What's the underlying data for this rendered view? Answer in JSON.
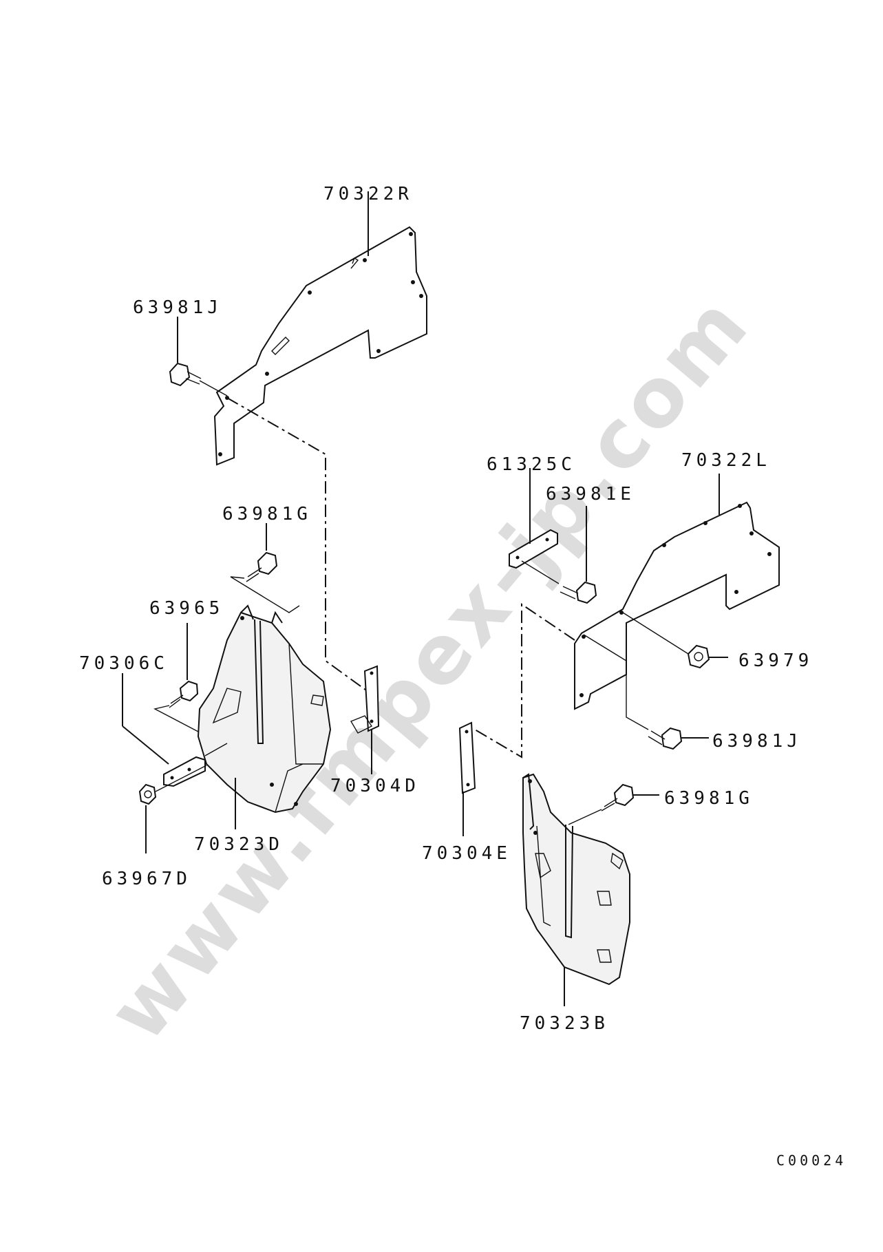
{
  "watermark": "www.fmpex-jp.com",
  "drawing_code": "C00024",
  "parts": [
    {
      "id": "70322R",
      "label": "70322R"
    },
    {
      "id": "63981J-upper",
      "label": "63981J"
    },
    {
      "id": "63981G-left",
      "label": "63981G"
    },
    {
      "id": "63965",
      "label": "63965"
    },
    {
      "id": "70306C",
      "label": "70306C"
    },
    {
      "id": "70304D",
      "label": "70304D"
    },
    {
      "id": "70323D",
      "label": "70323D"
    },
    {
      "id": "63967D",
      "label": "63967D"
    },
    {
      "id": "61325C",
      "label": "61325C"
    },
    {
      "id": "63981E",
      "label": "63981E"
    },
    {
      "id": "70322L",
      "label": "70322L"
    },
    {
      "id": "63979",
      "label": "63979"
    },
    {
      "id": "63981J-right",
      "label": "63981J"
    },
    {
      "id": "63981G-right",
      "label": "63981G"
    },
    {
      "id": "70304E",
      "label": "70304E"
    },
    {
      "id": "70323B",
      "label": "70323B"
    }
  ]
}
